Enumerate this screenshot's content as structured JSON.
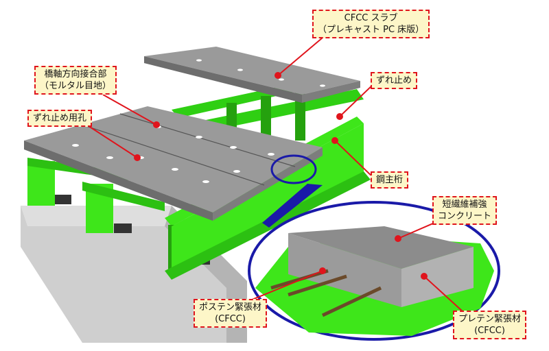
{
  "labels": {
    "cfcc_slab": {
      "line1": "CFCC スラブ",
      "line2": "（プレキャスト PC 床版）"
    },
    "joint": {
      "line1": "橋軸方向接合部",
      "line2": "（モルタル目地）"
    },
    "stud_hole": {
      "line1": "ずれ止め用孔"
    },
    "shear_connector": {
      "line1": "ずれ止め"
    },
    "steel_girder": {
      "line1": "鋼主桁"
    },
    "frc": {
      "line1": "短繊維補強",
      "line2": "コンクリート"
    },
    "post_tension": {
      "line1": "ポステン緊張材",
      "line2": "(CFCC)"
    },
    "pre_tension": {
      "line1": "プレテン緊張材",
      "line2": "(CFCC)"
    }
  },
  "colors": {
    "girder": "#3ee61a",
    "girder_dark": "#25a10e",
    "slab": "#7d7d7d",
    "slab_top": "#9a9a9a",
    "pier": "#c9c9c9",
    "callout_border": "#e0141c",
    "callout_fill": "#fdf6c8",
    "zoom_circle": "#1a1aa8",
    "tendon": "#6b4a2a"
  }
}
